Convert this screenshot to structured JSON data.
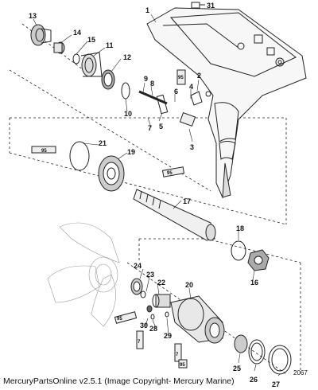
{
  "footer": {
    "text": "MercuryPartsOnline v2.5.1 (Image Copyright- Mercury Marine)"
  },
  "figure_number": "2067",
  "callouts": [
    "1",
    "2",
    "3",
    "4",
    "5",
    "6",
    "7",
    "8",
    "9",
    "10",
    "11",
    "12",
    "13",
    "14",
    "15",
    "16",
    "17",
    "18",
    "19",
    "20",
    "21",
    "22",
    "23",
    "24",
    "25",
    "26",
    "27",
    "28",
    "29",
    "30",
    "31"
  ],
  "tube_labels": [
    "95",
    "7"
  ]
}
